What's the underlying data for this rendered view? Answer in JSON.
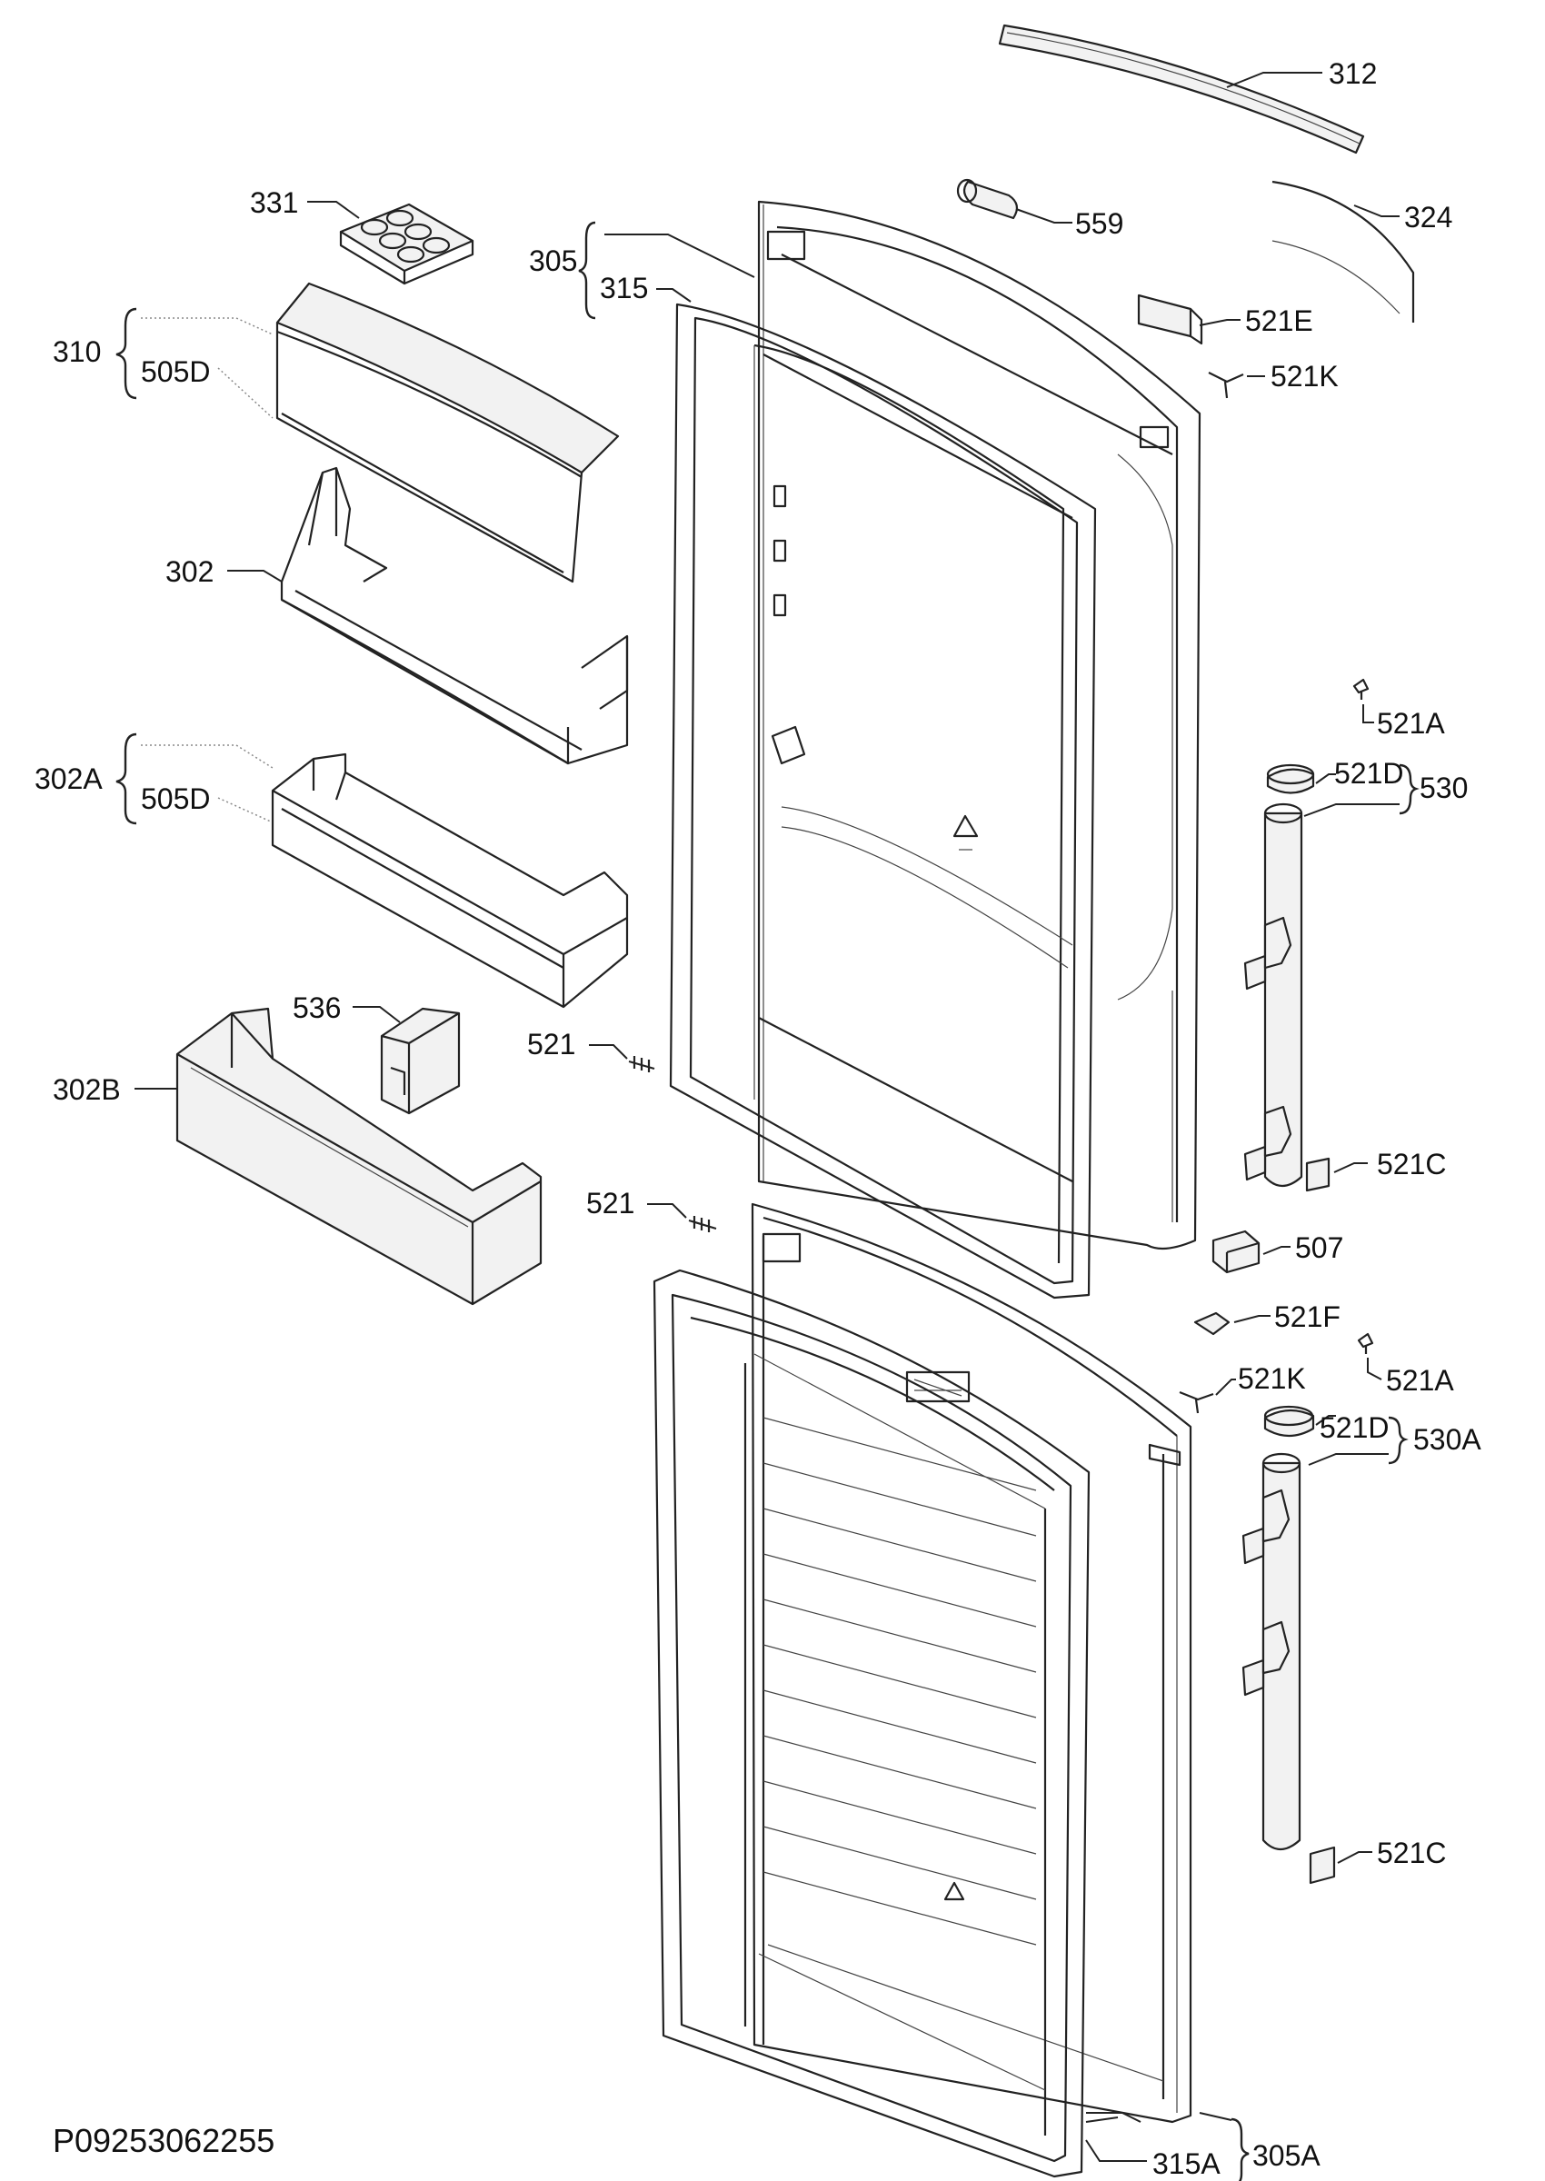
{
  "diagram_id": "P09253062255",
  "labels": {
    "l312": "312",
    "l324": "324",
    "l559": "559",
    "l331": "331",
    "l305": "305",
    "l315": "315",
    "l310": "310",
    "l505d_a": "505D",
    "l521e": "521E",
    "l521k_a": "521K",
    "l302": "302",
    "l521a_a": "521A",
    "l302a": "302A",
    "l505d_b": "505D",
    "l521d_a": "521D",
    "l530": "530",
    "l536": "536",
    "l521_a": "521",
    "l302b": "302B",
    "l521c_a": "521C",
    "l521_b": "521",
    "l507": "507",
    "l521f": "521F",
    "l521a_b": "521A",
    "l521k_b": "521K",
    "l521d_b": "521D",
    "l530a": "530A",
    "l521c_b": "521C",
    "l315a": "315A",
    "l305a": "305A"
  }
}
